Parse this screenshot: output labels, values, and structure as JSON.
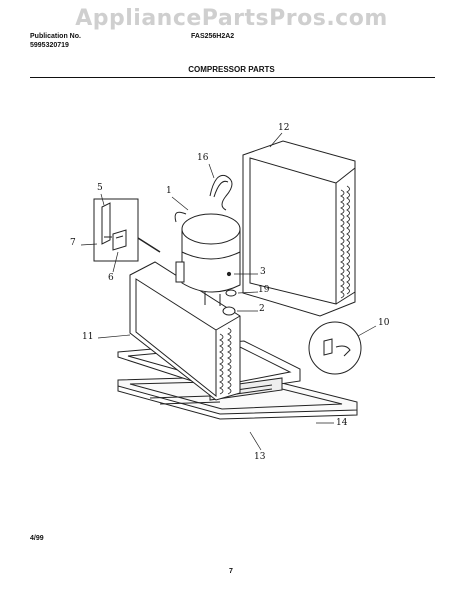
{
  "watermark": "AppliancePartsPros.com",
  "header": {
    "publication_label": "Publication No.",
    "publication_number": "5995320719",
    "model": "FAS256H2A2"
  },
  "title": "COMPRESSOR PARTS",
  "callouts": {
    "c1": "1",
    "c2": "2",
    "c3": "3",
    "c5": "5",
    "c6": "6",
    "c7": "7",
    "c10": "10",
    "c11": "11",
    "c12": "12",
    "c13": "13",
    "c14": "14",
    "c16": "16",
    "c19": "19"
  },
  "footer": {
    "date": "4/99",
    "page": "7"
  }
}
